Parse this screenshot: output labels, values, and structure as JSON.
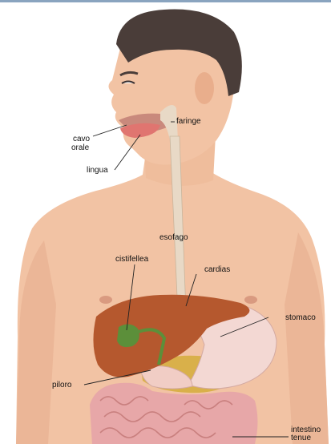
{
  "colors": {
    "skin": "#f2c3a4",
    "skin_shade": "#e4a889",
    "hair": "#4a3d39",
    "liver": "#b5582e",
    "stomach": "#f3d8d3",
    "gallbladder": "#5c8f3a",
    "intestine": "#e7a7a8",
    "pancreas": "#d9b04a",
    "esophagus": "#e8d9c6",
    "line": "#222222",
    "top_rule": "#8aa4bf"
  },
  "labels": {
    "faringe": "faringe",
    "cavo_orale_1": "cavo",
    "cavo_orale_2": "orale",
    "lingua": "lingua",
    "esofago": "esofago",
    "cistifellea": "cistifellea",
    "cardias": "cardias",
    "stomaco": "stomaco",
    "piloro": "piloro",
    "intestino_1": "intestino",
    "intestino_2": "tenue"
  }
}
